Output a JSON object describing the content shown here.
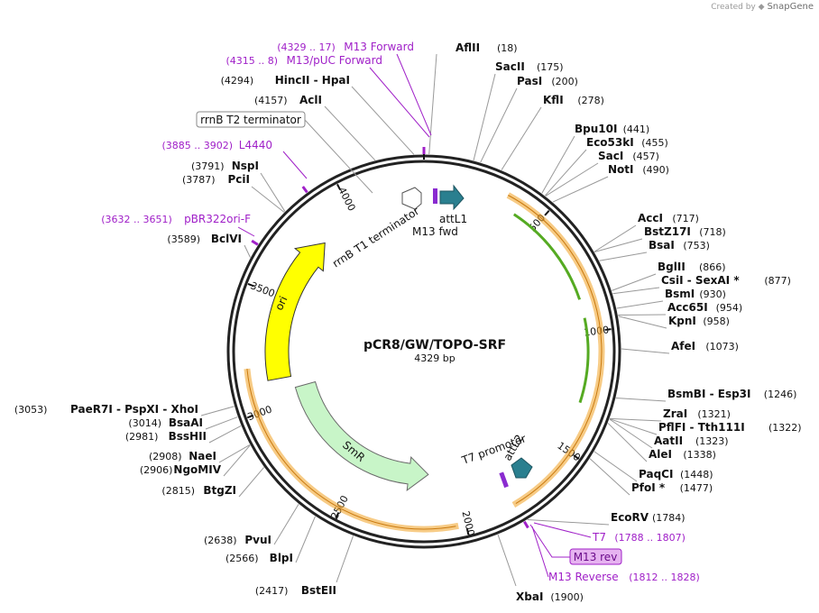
{
  "watermark": {
    "prefix": "Created by",
    "brand": "SnapGene"
  },
  "plasmid": {
    "name": "pCR8/GW/TOPO-SRF",
    "length_label": "4329 bp",
    "length": 4329
  },
  "colors": {
    "backbone": "#222222",
    "site_text": "#111111",
    "primer": "#a020c8",
    "ori": "#ffff00",
    "smr": "#c8f5c8",
    "attl": "#2a7f8f",
    "orange_band": "#f0a020",
    "green_arrow": "#55aa22",
    "leader": "#999999"
  },
  "scale_ticks": [
    "500",
    "1000",
    "1500",
    "2000",
    "2500",
    "3000",
    "3500",
    "4000"
  ],
  "features": [
    {
      "label": "ori",
      "label_bind": "plasmid.features.0.label"
    },
    {
      "label": "SmR"
    },
    {
      "label": "attL1"
    },
    {
      "label": "attL2"
    },
    {
      "label": "M13 fwd"
    },
    {
      "label": "T7 promoter"
    },
    {
      "label": "rrnB T1 terminator"
    }
  ],
  "boxed_labels": {
    "rrnB_T2": "rrnB T2 terminator",
    "m13_rev_box": "M13 rev"
  },
  "sites_right": [
    {
      "name": "AflII",
      "pos": "(18)"
    },
    {
      "name": "SacII",
      "pos": "(175)"
    },
    {
      "name": "PasI",
      "pos": "(200)"
    },
    {
      "name": "KflI",
      "pos": "(278)"
    },
    {
      "name": "Bpu10I",
      "pos": "(441)"
    },
    {
      "name": "Eco53kI",
      "pos": "(455)"
    },
    {
      "name": "SacI",
      "pos": "(457)"
    },
    {
      "name": "NotI",
      "pos": "(490)"
    },
    {
      "name": "AccI",
      "pos": "(717)"
    },
    {
      "name": "BstZ17I",
      "pos": "(718)"
    },
    {
      "name": "BsaI",
      "pos": "(753)"
    },
    {
      "name": "BglII",
      "pos": "(866)"
    },
    {
      "name": "CsiI - SexAI *",
      "pos": "(877)"
    },
    {
      "name": "BsmI",
      "pos": "(930)"
    },
    {
      "name": "Acc65I",
      "pos": "(954)"
    },
    {
      "name": "KpnI",
      "pos": "(958)"
    },
    {
      "name": "AfeI",
      "pos": "(1073)"
    },
    {
      "name": "BsmBI - Esp3I",
      "pos": "(1246)"
    },
    {
      "name": "ZraI",
      "pos": "(1321)"
    },
    {
      "name": "PflFI - Tth111I",
      "pos": "(1322)"
    },
    {
      "name": "AatII",
      "pos": "(1323)"
    },
    {
      "name": "AleI",
      "pos": "(1338)"
    },
    {
      "name": "PaqCI",
      "pos": "(1448)"
    },
    {
      "name": "PfoI *",
      "pos": "(1477)"
    },
    {
      "name": "EcoRV",
      "pos": "(1784)"
    },
    {
      "name": "XbaI",
      "pos": "(1900)"
    }
  ],
  "sites_left": [
    {
      "name": "HincII - HpaI",
      "pos": "(4294)"
    },
    {
      "name": "AclI",
      "pos": "(4157)"
    },
    {
      "name": "NspI",
      "pos": "(3791)"
    },
    {
      "name": "PciI",
      "pos": "(3787)"
    },
    {
      "name": "BclVI",
      "pos": "(3589)"
    },
    {
      "name": "PaeR7I - PspXI - XhoI",
      "pos": "(3053)"
    },
    {
      "name": "BsaAI",
      "pos": "(3014)"
    },
    {
      "name": "BssHII",
      "pos": "(2981)"
    },
    {
      "name": "NaeI",
      "pos": "(2908)"
    },
    {
      "name": "NgoMIV",
      "pos": "(2906)"
    },
    {
      "name": "BtgZI",
      "pos": "(2815)"
    },
    {
      "name": "PvuI",
      "pos": "(2638)"
    },
    {
      "name": "BlpI",
      "pos": "(2566)"
    },
    {
      "name": "BstEII",
      "pos": "(2417)"
    }
  ],
  "primers": [
    {
      "name": "M13 Forward",
      "range": "(4329 .. 17)"
    },
    {
      "name": "M13/pUC Forward",
      "range": "(4315 .. 8)"
    },
    {
      "name": "L4440",
      "range": "(3885 .. 3902)"
    },
    {
      "name": "pBR322ori-F",
      "range": "(3632 .. 3651)"
    },
    {
      "name": "T7",
      "range": "(1788 .. 1807)"
    },
    {
      "name": "M13 Reverse",
      "range": "(1812 .. 1828)"
    }
  ]
}
